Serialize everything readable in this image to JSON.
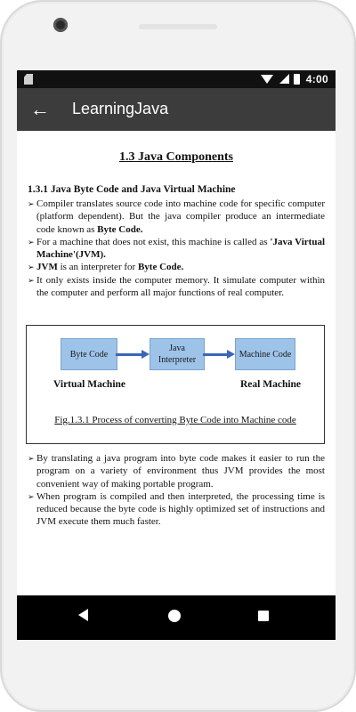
{
  "status_bar": {
    "time": "4:00"
  },
  "app_bar": {
    "back_icon": "arrow-left-icon",
    "title": "LearningJava"
  },
  "content": {
    "heading": "1.3 Java Components",
    "subheading": "1.3.1 Java Byte Code and Java Virtual Machine",
    "bullets_top": [
      {
        "text": "Compiler translates source code into machine code for specific computer (platform dependent). But the java compiler produce an intermediate code known as ",
        "bold": "Byte Code.",
        "after": ""
      },
      {
        "text": "For a machine that does not exist, this machine is called as ",
        "bold": "'Java Virtual Machine'(JVM).",
        "after": ""
      },
      {
        "lead_bold": "JVM",
        "text": " is an interpreter for ",
        "bold": "Byte Code.",
        "after": ""
      },
      {
        "text": "It only exists inside the computer memory. It simulate computer within the computer and perform all major functions of real computer.",
        "bold": "",
        "after": ""
      }
    ],
    "figure": {
      "box1": "Byte Code",
      "box2": "Java Interpreter",
      "box3": "Machine Code",
      "label_left": "Virtual Machine",
      "label_right": "Real Machine",
      "caption": "Fig.1.3.1 Process of converting Byte Code into Machine  code"
    },
    "bullets_bottom": [
      "By translating a java program into byte code makes it easier to run the program on a variety of environment thus JVM provides the most convenient way of making portable program.",
      "When program is compiled and then interpreted, the processing time is reduced because the byte code is highly optimized set of instructions and JVM execute them much faster."
    ]
  },
  "nav_bar": {
    "back_icon": "triangle-back-icon",
    "home_icon": "circle-home-icon",
    "recents_icon": "square-recents-icon"
  },
  "colors": {
    "app_bar": "#3c3c3c",
    "figure_box": "#9ec3e8",
    "arrow": "#3c65b8"
  }
}
